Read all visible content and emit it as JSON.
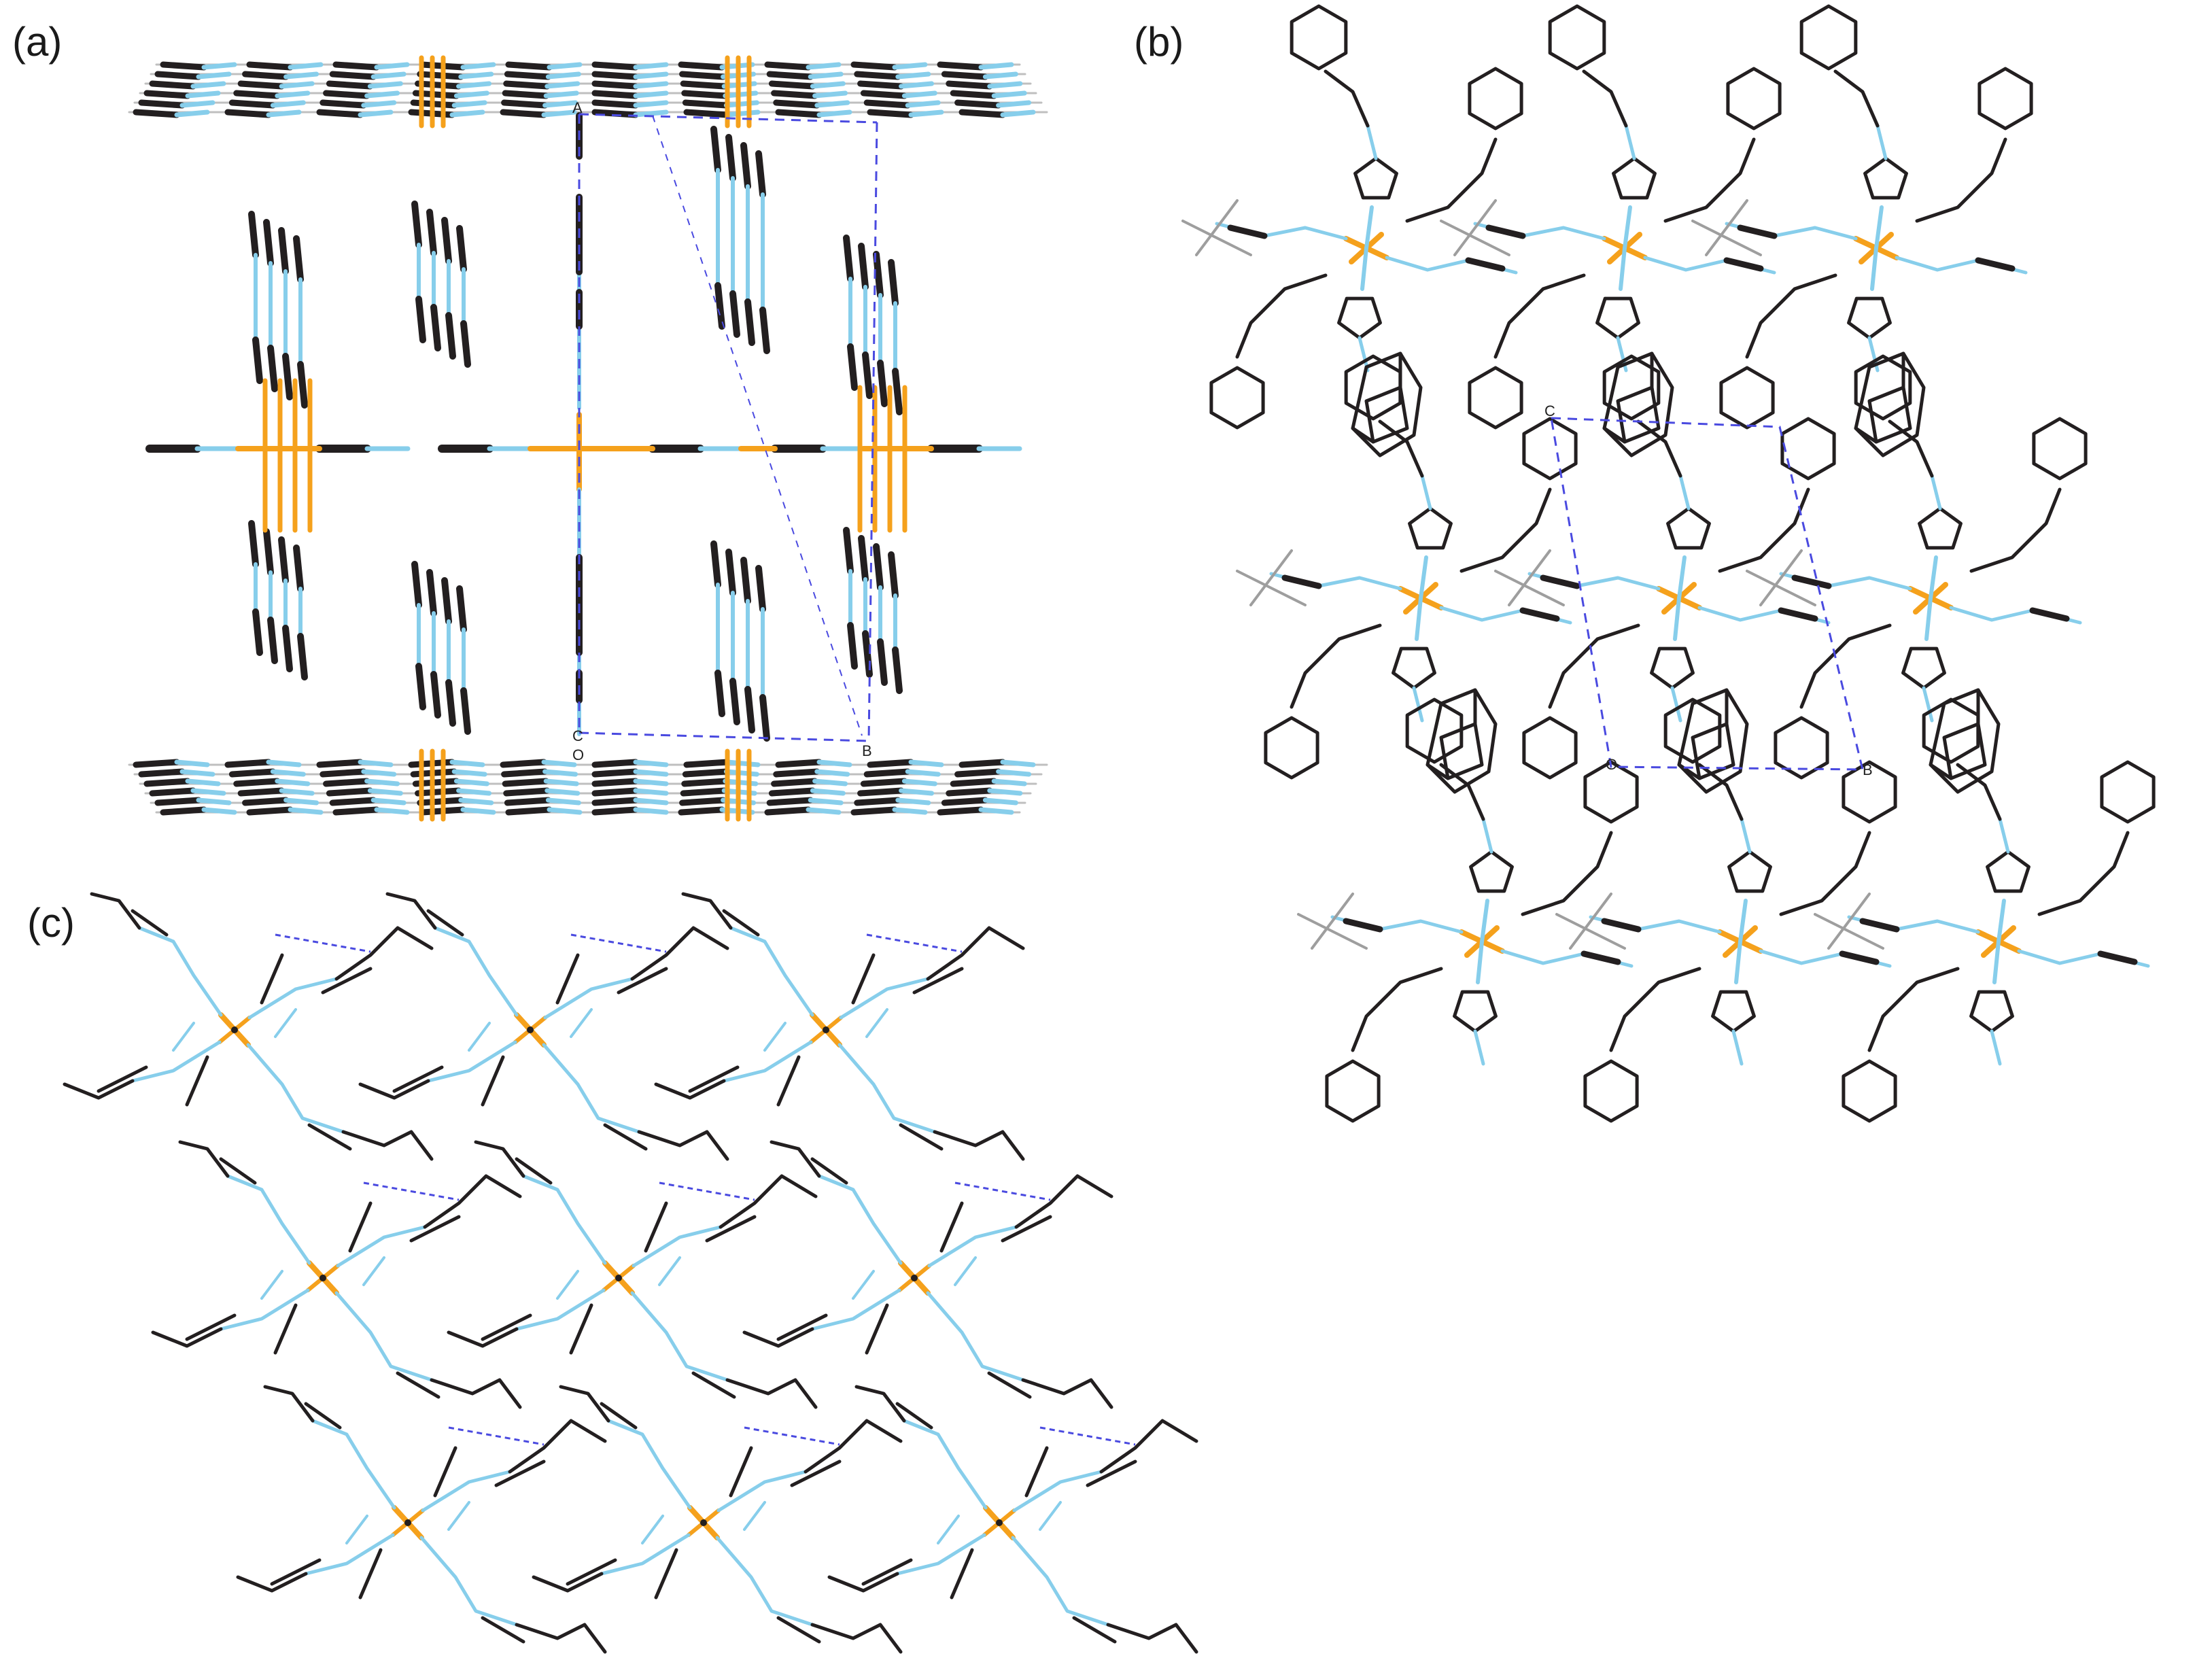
{
  "panels": [
    {
      "id": "a",
      "label": "(a)",
      "cell_axes": [
        "A",
        "C",
        "O",
        "B"
      ]
    },
    {
      "id": "b",
      "label": "(b)",
      "cell_axes": [
        "C",
        "O",
        "B"
      ]
    },
    {
      "id": "c",
      "label": "(c)",
      "cell_axes": []
    }
  ],
  "colors": {
    "metal": "#f5a11c",
    "nitrogen": "#87ceeb",
    "carbon": "#231f20",
    "minor": "#9e9e9e",
    "cell_edge": "#4a4ae0"
  }
}
